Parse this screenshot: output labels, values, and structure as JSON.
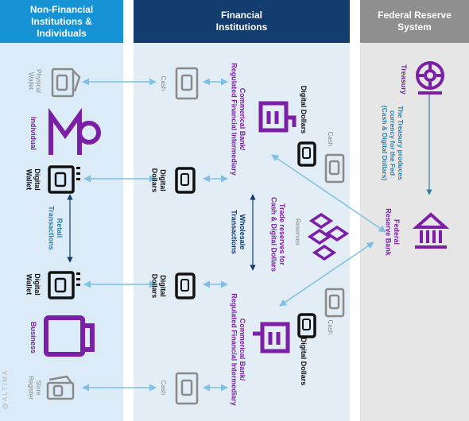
{
  "columns": {
    "nonfinancial": {
      "title": "Non-Financial\nInstitutions &\nIndividuals",
      "header_color": "#1593d4",
      "bg": "#dbecf8"
    },
    "financial": {
      "title": "Financial\nInstitutions",
      "header_color": "#123d6e",
      "bg": "#e3edf6"
    },
    "federal": {
      "title": "Federal Reserve\nSystem",
      "header_color": "#8f8f8f",
      "bg": "#e6e6e6"
    }
  },
  "colors": {
    "purple": "#7a1fa6",
    "navy": "#123d6e",
    "gray": "#8a8a8a",
    "teal": "#2e7ea6",
    "arrow": "#7fc0e4"
  },
  "labels": {
    "physical_wallet": "Physical\nWallet",
    "individual": "Individual",
    "digital_wallet_1": "Digital\nWallet",
    "retail_transactions": "Retail\nTransactions",
    "digital_wallet_2": "Digital\nWallet",
    "business": "Business",
    "store_register": "Store\nRegister",
    "cash_1": "Cash",
    "digital_dollars_1": "Digital\nDollars",
    "wholesale_transactions": "Wholesale\nTransactions",
    "digital_dollars_2": "Digital\nDollars",
    "cash_2": "Cash",
    "bank_1": "Commerical Bank/\nRegulated Financial Intermediary",
    "bank_2": "Commerical Bank/\nRegulated Financial Intermediary",
    "dd_top": "Digital Dollars",
    "cash_top": "Cash",
    "dd_bottom": "Digital Dollars",
    "cash_bottom": "Cash",
    "reserves": "Reserves",
    "trade_reserves": "Trade reserves for\nCash & Digital Dollars",
    "treasury": "Treasury",
    "treasury_desc": "The Treasury produces\ncurrency for the Fed\n(Cash & Digital Dollars)",
    "federal_reserve_bank": "Federal\nReserve Bank",
    "watermark": "@ALTIMA"
  }
}
